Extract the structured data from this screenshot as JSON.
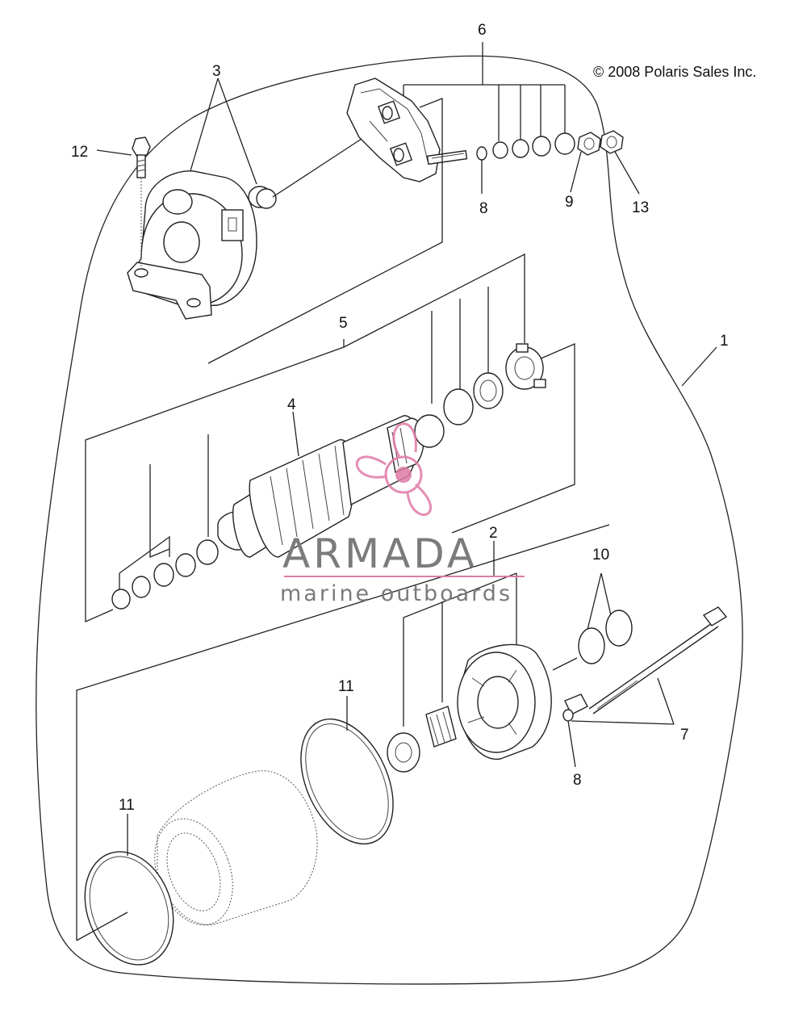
{
  "copyright": "© 2008 Polaris Sales Inc.",
  "callouts": {
    "c1": "1",
    "c2": "2",
    "c3": "3",
    "c4": "4",
    "c5": "5",
    "c6": "6",
    "c7": "7",
    "c8a": "8",
    "c8b": "8",
    "c9": "9",
    "c10": "10",
    "c11a": "11",
    "c11b": "11",
    "c12": "12",
    "c13": "13"
  },
  "watermark": {
    "title": "ARMADA",
    "subtitle": "marine outboards",
    "logo_color": "#e07aa6",
    "text_color": "#7b7b7b"
  }
}
